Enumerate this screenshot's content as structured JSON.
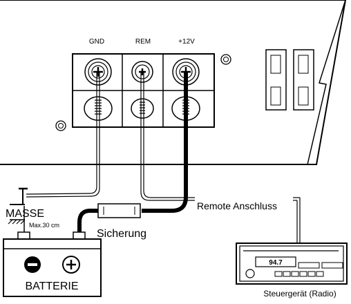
{
  "terminals": {
    "gnd": "GND",
    "rem": "REM",
    "plus12v": "+12V"
  },
  "ground": {
    "label": "MASSE",
    "max_length": "Max.30 cm"
  },
  "fuse": {
    "label": "Sicherung"
  },
  "remote": {
    "label": "Remote Anschluss"
  },
  "battery": {
    "label": "BATTERIE",
    "negative_symbol": "−",
    "positive_symbol": "+"
  },
  "radio": {
    "display": "94.7",
    "caption": "Steuergerät (Radio)"
  },
  "icons": [
    "screw-terminal-icon",
    "ground-symbol-icon",
    "fuse-icon",
    "battery-icon",
    "car-radio-icon",
    "mounting-screw-icon"
  ],
  "colors": {
    "line": "#000000",
    "background": "#ffffff"
  }
}
